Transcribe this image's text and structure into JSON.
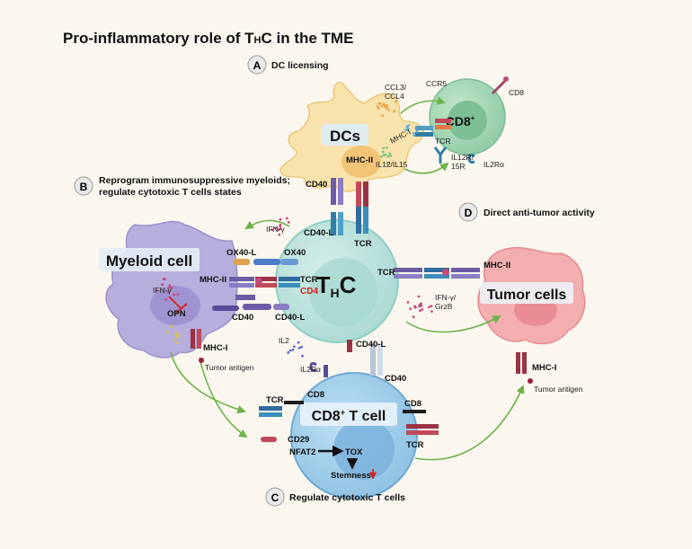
{
  "title": {
    "main": "Pro-inflammatory role of T",
    "sub": "H",
    "end": "C in the TME"
  },
  "sections": {
    "a": {
      "letter": "A",
      "text": "DC licensing"
    },
    "b": {
      "letter": "B",
      "line1": "Reprogram immunosuppressive myeloids;",
      "line2": "regulate cytotoxic T cells states"
    },
    "c": {
      "letter": "C",
      "text": "Regulate cytotoxic T cells"
    },
    "d": {
      "letter": "D",
      "text": "Direct anti-tumor activity"
    }
  },
  "cells": {
    "dcs": "DCs",
    "cd8_top": "CD8",
    "cd8_top_sup": "+",
    "thc_t": "T",
    "thc_h": "H",
    "thc_c": "C",
    "myeloid": "Myeloid cell",
    "cd8t_main": "CD8",
    "cd8t_sup": "+",
    "cd8t_end": " T cell",
    "tumor": "Tumor cells"
  },
  "labels": {
    "ccl": [
      "CCL3/",
      "CCL4"
    ],
    "ccr5": "CCR5",
    "cd8_marker": "CD8",
    "mhc_i_dc": "MHC-I",
    "tcr_top": "TCR",
    "mhc_ii_dc": "MHC-II",
    "il12": "IL12/IL15",
    "il12r": [
      "IL12R/",
      "15R"
    ],
    "il2ra_top": "IL2Rα",
    "cd40_dc": "CD40",
    "cd40l_thc": "CD40-L",
    "tcr_thc_top": "TCR",
    "ifng_top": "IFN-γ",
    "ox40l": "OX40-L",
    "ox40": "OX40",
    "mhc_ii_myeloid": "MHC-II",
    "tcr_thc_left": "TCR",
    "cd4": "CD4",
    "cd40_myeloid": "CD40",
    "cd40l_left": "CD40-L",
    "ifng_myeloid": "IFN-γ",
    "opn": "OPN",
    "mhc_i_myeloid": "MHC-I",
    "tumor_antigen_myeloid": "Tumor antigen",
    "tcr_thc_right": "TCR",
    "mhc_ii_tumor": "MHC-II",
    "ifng_grzb": [
      "IFN-γ/",
      "GrzB"
    ],
    "il2": "IL2",
    "il2ra_bottom": "IL2Rα",
    "cd40l_bottom": "CD40-L",
    "cd40_cd8": "CD40",
    "tcr_cd8_left": "TCR",
    "cd8_left": "CD8",
    "cd8_right": "CD8",
    "cd29": "CD29",
    "nfat2": "NFAT2",
    "tox": "TOX",
    "stemness": "Stemness",
    "tcr_cd8_right": "TCR",
    "mhc_i_tumor": "MHC-I",
    "tumor_antigen_tumor": "Tumor antigen"
  },
  "colors": {
    "background": "#fbf7ee",
    "dc_fill": "#f9e3ad",
    "thc_fill": "#bfe3dd",
    "cd8_fill": "#9fd3b4",
    "myeloid_fill": "#b6aedc",
    "tumor_fill": "#f3aeb0",
    "cd8t_fill": "#99c8e8",
    "arrow": "#6cb34a",
    "cd4": "#d52020"
  }
}
